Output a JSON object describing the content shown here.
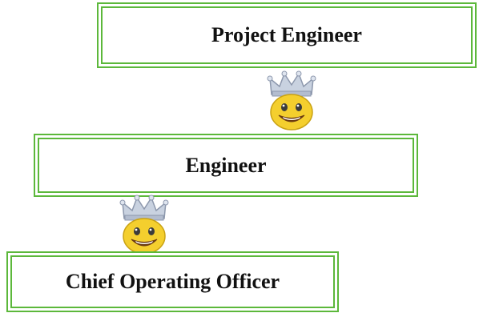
{
  "roles": [
    {
      "label": "Project Engineer"
    },
    {
      "label": "Engineer"
    },
    {
      "label": "Chief Operating Officer"
    }
  ],
  "colors": {
    "box_border": "#5cb83b",
    "crown": "#b8c4d6",
    "face": "#f4cf2e"
  },
  "icons": [
    "crowned-smiley-icon",
    "crowned-smiley-icon"
  ]
}
